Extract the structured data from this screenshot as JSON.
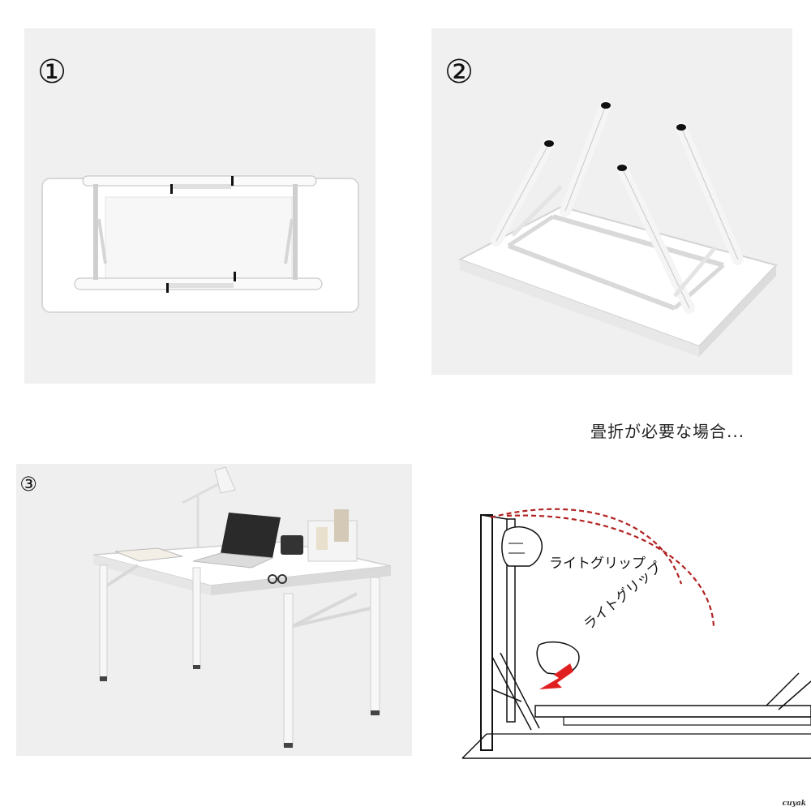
{
  "steps": [
    {
      "number": "①"
    },
    {
      "number": "②"
    },
    {
      "number": "③"
    }
  ],
  "folding_note": "畳折が必要な場合...",
  "grip_labels": [
    "ライトグリップ",
    "ライトグリップ"
  ],
  "watermark": "cuyak",
  "colors": {
    "panel_bg": "#f0f0f0",
    "dashed_arc": "#b22222",
    "arrow": "#e02020"
  }
}
